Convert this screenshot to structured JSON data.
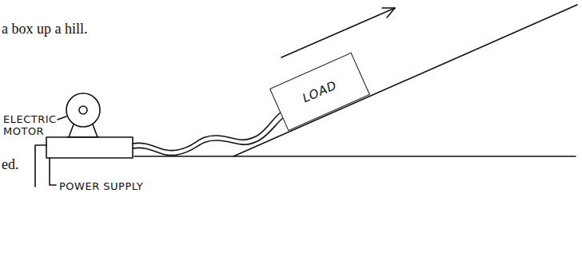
{
  "diagram": {
    "nodes": [
      {
        "text": [
          "LOAD"
        ]
      }
    ],
    "labels": [
      "a box up a hill.",
      "ELECTRIC MOTOR",
      "ed.",
      "POWER SUPPLY"
    ]
  }
}
